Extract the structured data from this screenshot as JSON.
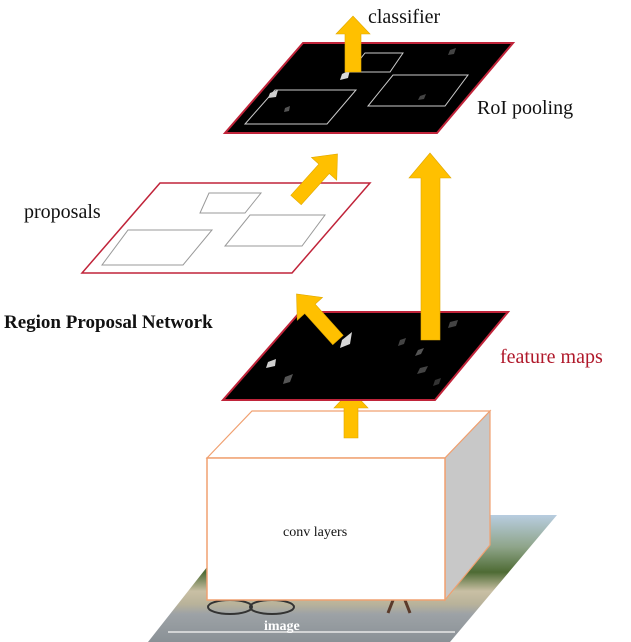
{
  "labels": {
    "classifier": "classifier",
    "roi_pooling": "RoI pooling",
    "proposals": "proposals",
    "rpn": "Region Proposal Network",
    "feature_maps": "feature maps",
    "conv_layers": "conv layers",
    "image": "image"
  },
  "colors": {
    "arrow": "#FFC000",
    "plane_border": "#C0243A",
    "conv_border": "#F0A070",
    "feature_maps_text": "#B0182A",
    "conv_side": "#C8C8C8"
  }
}
